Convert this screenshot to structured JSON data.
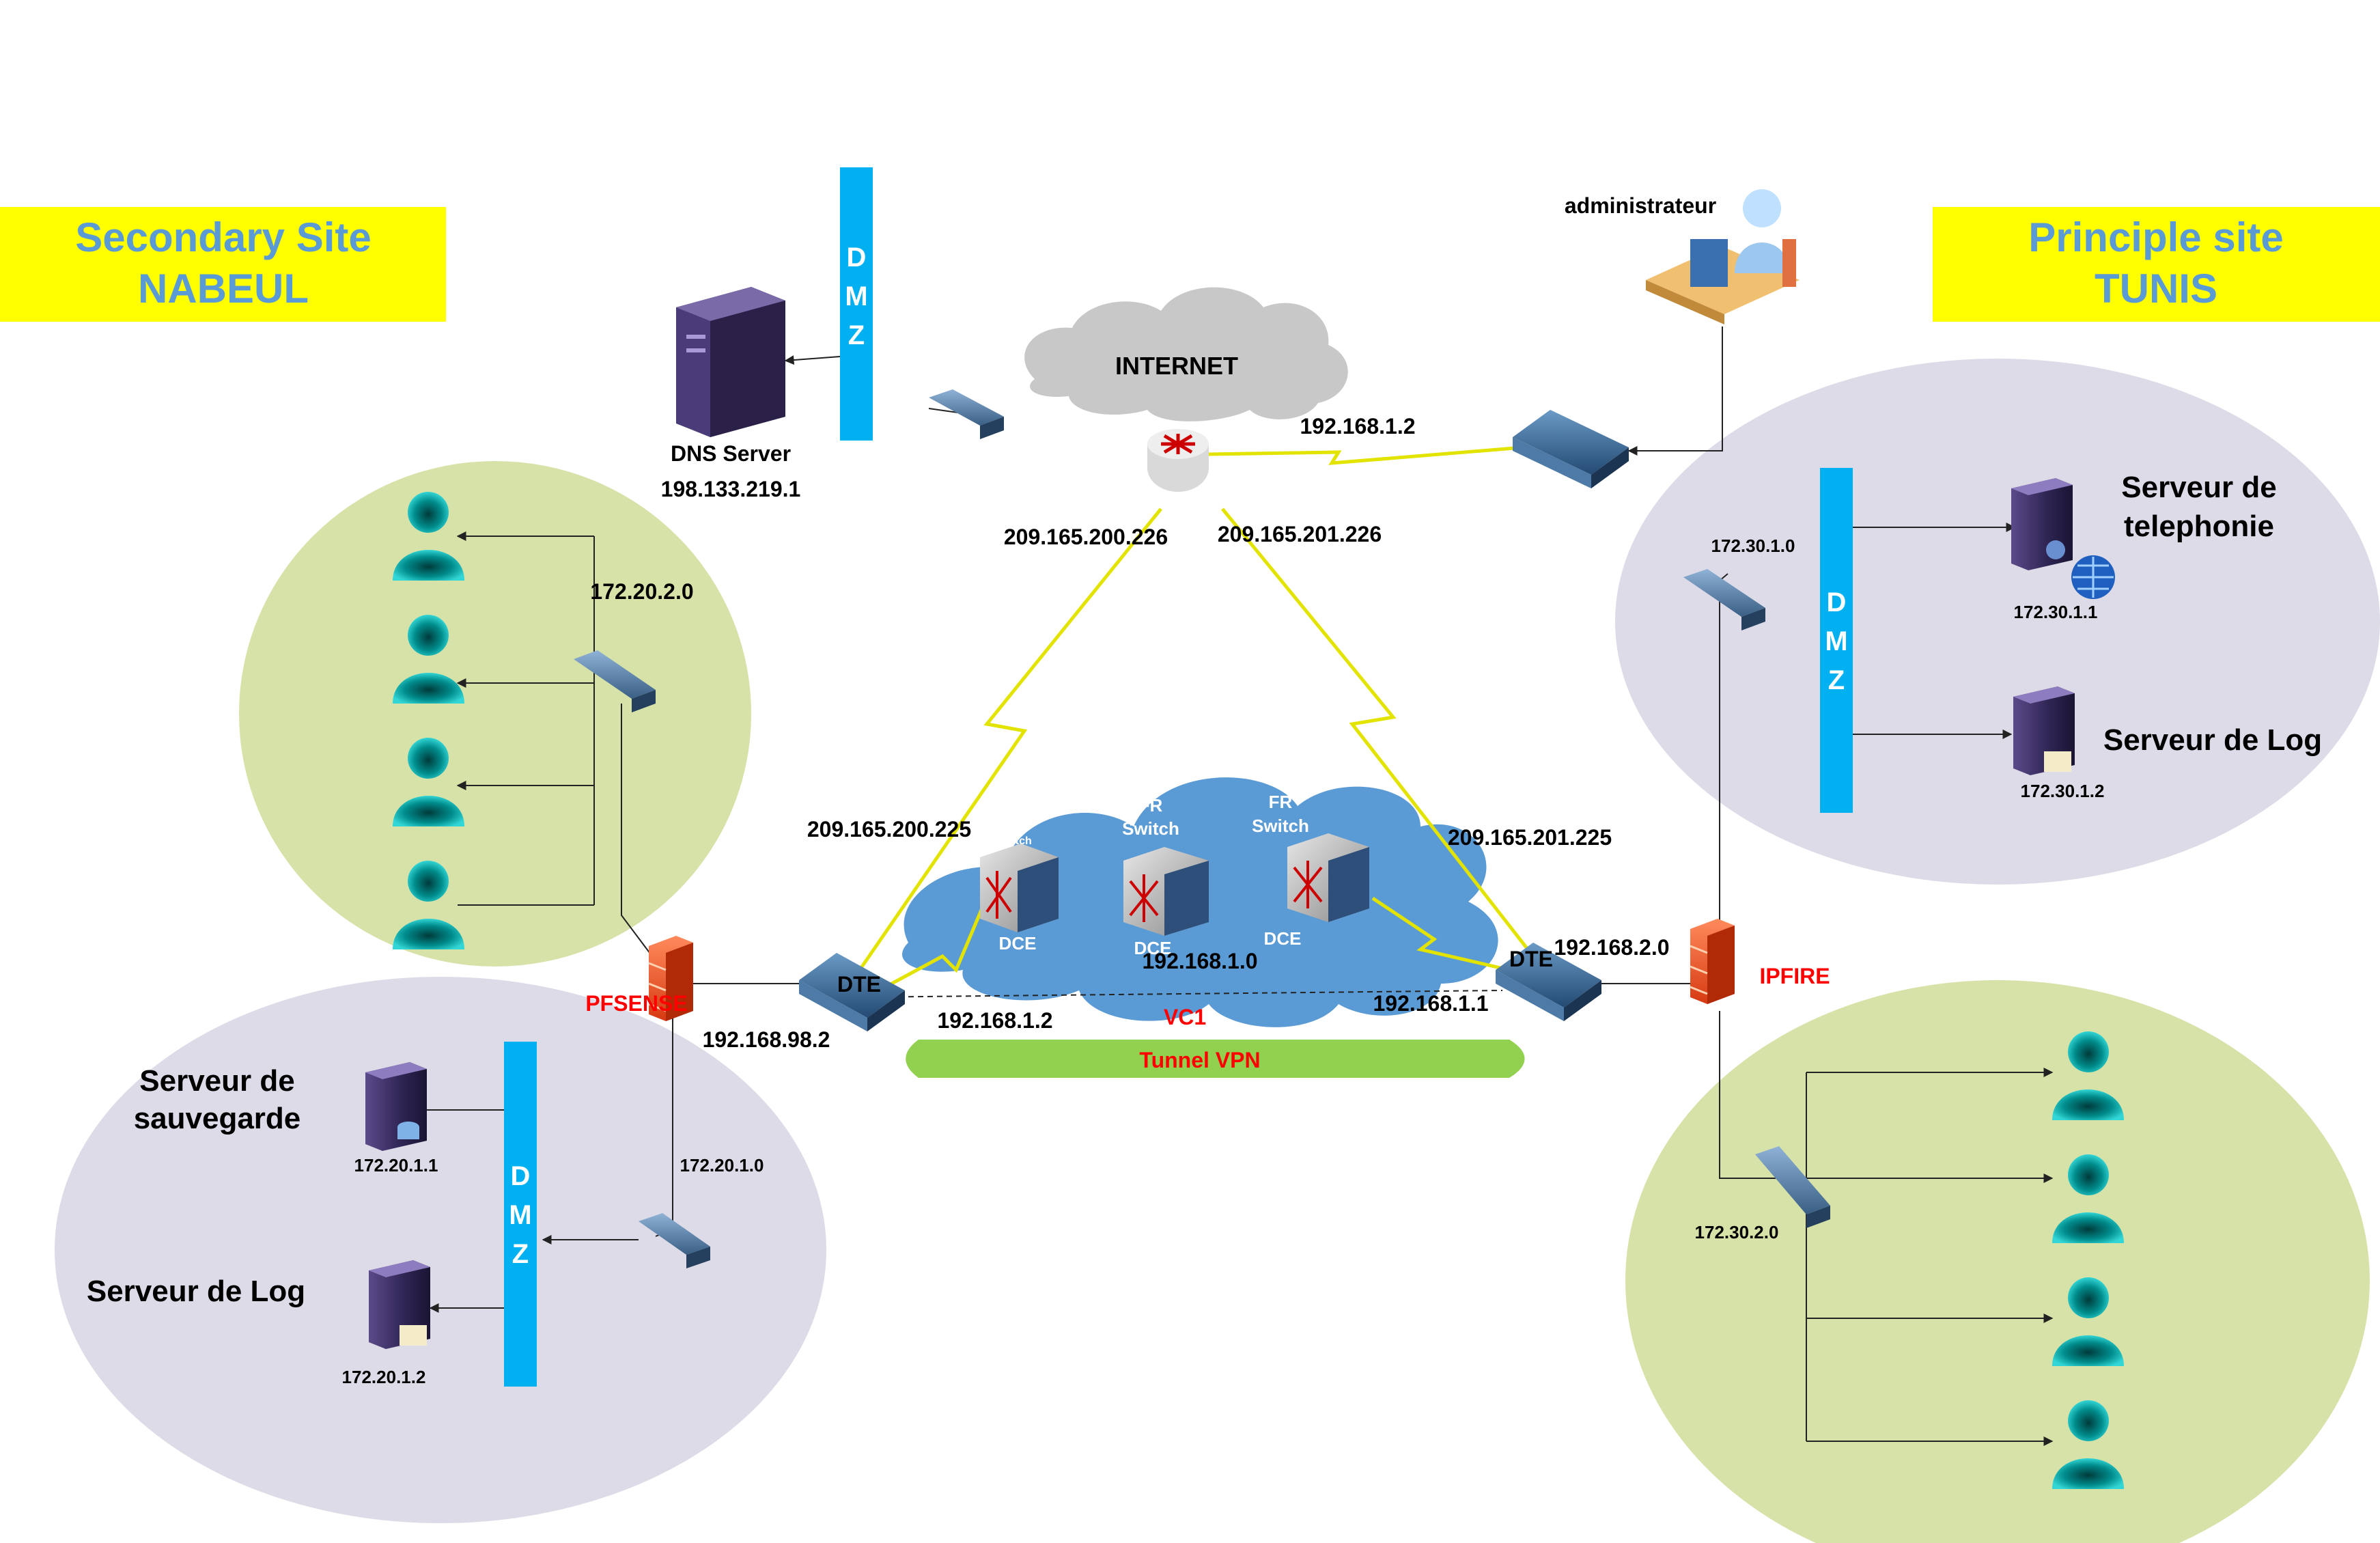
{
  "sites": {
    "secondary": {
      "title": "Secondary Site",
      "city": "NABEUL"
    },
    "principal": {
      "title": "Principle site",
      "city": "TUNIS"
    }
  },
  "colors": {
    "banner": "#ffff00",
    "banner_text": "#5b9bd5",
    "dmz_bar": "#00b0f0",
    "lan_zone": "#d6e2a8",
    "dmz_zone": "#dddbe7",
    "cloud_wan": "#5b9bd5",
    "cloud_internet": "#c8c8c8",
    "tunnel": "#92d050",
    "wan_link": "#ffff00",
    "red_label": "#ff0000"
  },
  "dmz": {
    "label": [
      "D",
      "M",
      "Z"
    ]
  },
  "internet": {
    "label": "INTERNET",
    "router_left_ip": "209.165.200.226",
    "router_right_ip": "209.165.201.226",
    "admin_link_ip": "192.168.1.2"
  },
  "dns": {
    "name": "DNS Server",
    "ip": "198.133.219.1"
  },
  "admin": {
    "label": "administrateur"
  },
  "wan": {
    "left_ip": "209.165.200.225",
    "right_ip": "209.165.201.225",
    "network": "192.168.1.0",
    "left_dte_ip": "192.168.1.2",
    "right_dte_ip": "192.168.1.1",
    "dte": "DTE",
    "dce": "DCE",
    "fr_switch": [
      "FR",
      "Switch"
    ],
    "switch_small": "Switch",
    "vc": "VC1",
    "tunnel": "Tunnel VPN"
  },
  "secondary": {
    "firewall": "PFSENSE",
    "wan_ip": "192.168.98.2",
    "lan_net": "172.20.2.0",
    "dmz_net": "172.20.1.0",
    "backup_server": {
      "line1": "Serveur de",
      "line2": "sauvegarde",
      "ip": "172.20.1.1"
    },
    "log_server": {
      "name": "Serveur de Log",
      "ip": "172.20.1.2"
    }
  },
  "principal": {
    "firewall": "IPFIRE",
    "wan_net": "192.168.2.0",
    "dmz_net": "172.30.1.0",
    "lan_net": "172.30.2.0",
    "phone_server": {
      "line1": "Serveur de",
      "line2": "telephonie",
      "ip": "172.30.1.1"
    },
    "log_server": {
      "name": "Serveur de Log",
      "ip": "172.30.1.2"
    }
  }
}
